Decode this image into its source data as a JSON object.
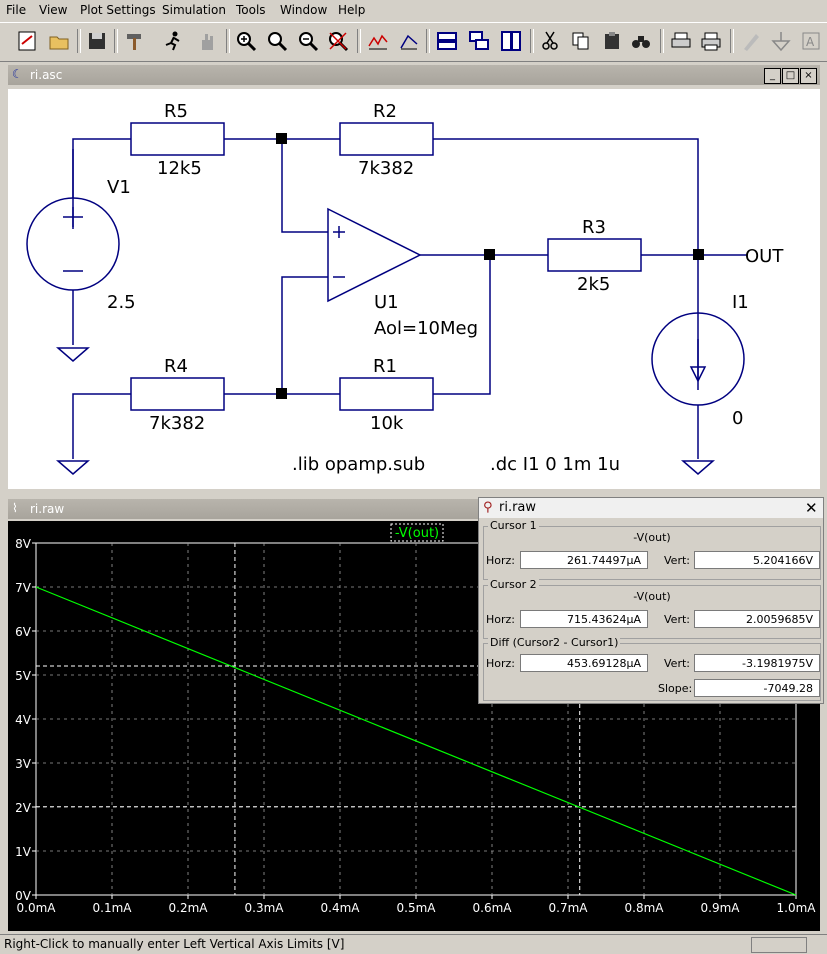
{
  "menu": [
    "File",
    "View",
    "Plot Settings",
    "Simulation",
    "Tools",
    "Window",
    "Help"
  ],
  "toolbar_icons": [
    "new-schematic",
    "open",
    "save",
    "control-panel",
    "run",
    "halt",
    "zoom-in",
    "zoom-pan",
    "zoom-out",
    "zoom-fit",
    "autorange",
    "marker",
    "tile-horizontal",
    "cascade",
    "tile-vertical",
    "cut",
    "copy",
    "paste",
    "find",
    "print-setup",
    "print",
    "pencil",
    "ground",
    "text"
  ],
  "schematic_window": {
    "title": "ri.asc"
  },
  "schematic": {
    "components": {
      "r5": {
        "name": "R5",
        "value": "12k5"
      },
      "r2": {
        "name": "R2",
        "value": "7k382"
      },
      "r3": {
        "name": "R3",
        "value": "2k5"
      },
      "r4": {
        "name": "R4",
        "value": "7k382"
      },
      "r1": {
        "name": "R1",
        "value": "10k"
      },
      "v1": {
        "name": "V1",
        "value": "2.5"
      },
      "i1": {
        "name": "I1",
        "value": "0"
      },
      "u1": {
        "name": "U1",
        "value": "Aol=10Meg"
      }
    },
    "net_label": "OUT",
    "plus_sign": "+",
    "minus_sign": "−",
    "directives": [
      ".lib opamp.sub",
      ".dc I1 0 1m 1u"
    ]
  },
  "plot_window": {
    "title": "ri.raw",
    "trace_label": "-V(out)"
  },
  "cursor_dialog": {
    "title": "ri.raw",
    "cursor1": {
      "title": "Cursor 1",
      "trace": "-V(out)",
      "horz_label": "Horz:",
      "horz": "261.74497µA",
      "vert_label": "Vert:",
      "vert": "5.204166V"
    },
    "cursor2": {
      "title": "Cursor 2",
      "trace": "-V(out)",
      "horz_label": "Horz:",
      "horz": "715.43624µA",
      "vert_label": "Vert:",
      "vert": "2.0059685V"
    },
    "diff": {
      "title": "Diff (Cursor2 - Cursor1)",
      "horz_label": "Horz:",
      "horz": "453.69128µA",
      "vert_label": "Vert:",
      "vert": "-3.1981975V",
      "slope_label": "Slope:",
      "slope": "-7049.28"
    }
  },
  "status_text": "Right-Click to manually enter Left Vertical Axis Limits [V]",
  "chart_data": {
    "type": "line",
    "title": "",
    "xlabel": "",
    "ylabel": "",
    "x_ticks": [
      "0.0mA",
      "0.1mA",
      "0.2mA",
      "0.3mA",
      "0.4mA",
      "0.5mA",
      "0.6mA",
      "0.7mA",
      "0.8mA",
      "0.9mA",
      "1.0mA"
    ],
    "y_ticks": [
      "0V",
      "1V",
      "2V",
      "3V",
      "4V",
      "5V",
      "6V",
      "7V",
      "8V"
    ],
    "xlim": [
      0,
      1.0
    ],
    "ylim": [
      0,
      8
    ],
    "grid": true,
    "series": [
      {
        "name": "-V(out)",
        "color": "#00ff00",
        "x": [
          0.0,
          1.0
        ],
        "y": [
          7.0,
          0.0
        ]
      }
    ],
    "cursors": [
      {
        "x": 0.26174497,
        "y": 5.204166
      },
      {
        "x": 0.71543624,
        "y": 2.0059685
      }
    ]
  },
  "colors": {
    "trace": "#00ff00",
    "wire": "#000080",
    "background": "#000000",
    "grid": "#a0a0a0"
  }
}
